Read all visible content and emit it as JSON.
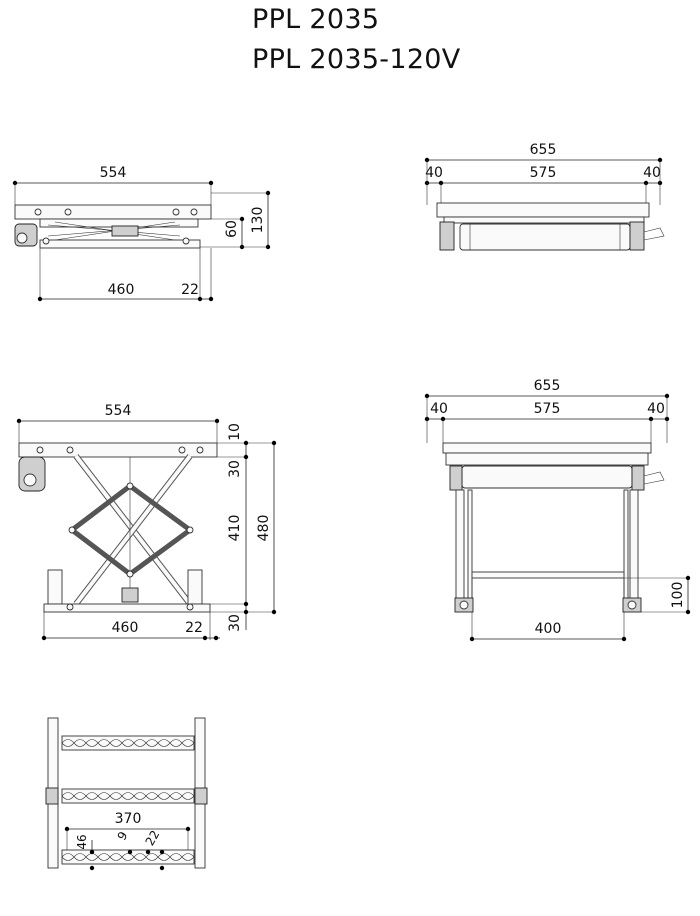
{
  "titles": [
    "PPL 2035",
    "PPL 2035-120V"
  ],
  "side_closed": {
    "width": "554",
    "base": "460",
    "offset": "22",
    "h1": "60",
    "h2": "130"
  },
  "front_closed": {
    "overall": "655",
    "inner": "575",
    "left": "40",
    "right": "40"
  },
  "side_open": {
    "width": "554",
    "base": "460",
    "offset": "22",
    "top": "10",
    "upper": "30",
    "stroke": "410",
    "lower": "30",
    "total": "480"
  },
  "front_open": {
    "overall": "655",
    "inner": "575",
    "left": "40",
    "right": "40",
    "base": "400",
    "height": "100"
  },
  "top_view": {
    "width": "370",
    "d1": "46",
    "d2": "9",
    "d3": "22"
  },
  "colors": {
    "line": "#222222",
    "fill": "#cfcfcf"
  }
}
